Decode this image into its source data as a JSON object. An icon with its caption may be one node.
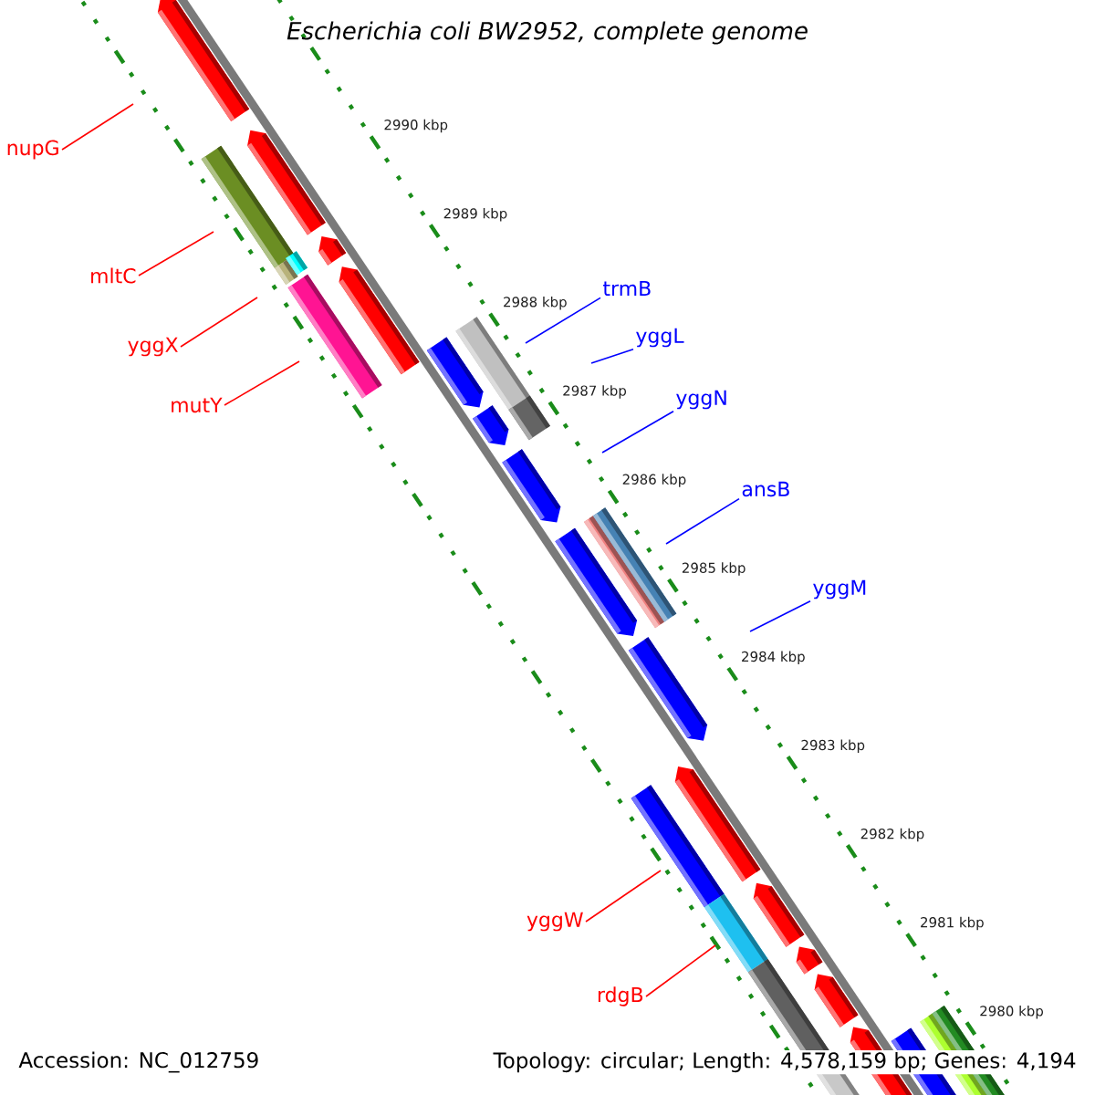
{
  "diagram": {
    "title": "Escherichia coli BW2952, complete genome",
    "nodes": [
      {
        "text": [
          "nupG"
        ]
      },
      {
        "text": [
          "mltC"
        ]
      },
      {
        "text": [
          "yggX"
        ]
      },
      {
        "text": [
          "mutY"
        ]
      },
      {
        "text": [
          "trmB"
        ]
      },
      {
        "text": [
          "yggL"
        ]
      },
      {
        "text": [
          "yggN"
        ]
      },
      {
        "text": [
          "ansB"
        ]
      },
      {
        "text": [
          "yggM"
        ]
      },
      {
        "text": [
          "yggW"
        ]
      },
      {
        "text": [
          "rdgB"
        ]
      }
    ],
    "edges": [
      {
        "from": 0,
        "to": null,
        "arrow": "none"
      },
      {
        "from": 1,
        "to": null,
        "arrow": "none"
      },
      {
        "from": 2,
        "to": null,
        "arrow": "none"
      },
      {
        "from": 3,
        "to": null,
        "arrow": "none"
      },
      {
        "from": 4,
        "to": null,
        "arrow": "none",
        "color": "#0000ff"
      },
      {
        "from": 5,
        "to": null,
        "arrow": "none",
        "color": "#0000ff"
      },
      {
        "from": 6,
        "to": null,
        "arrow": "none",
        "color": "#0000ff"
      },
      {
        "from": 7,
        "to": null,
        "arrow": "none",
        "color": "#0000ff"
      },
      {
        "from": 8,
        "to": null,
        "arrow": "none",
        "color": "#0000ff"
      },
      {
        "from": 9,
        "to": null,
        "arrow": "none"
      },
      {
        "from": 10,
        "to": null,
        "arrow": "none"
      }
    ],
    "labels": [
      "2990 kbp",
      "2989 kbp",
      "2988 kbp",
      "2987 kbp",
      "2986 kbp",
      "2985 kbp",
      "2984 kbp",
      "2983 kbp",
      "2982 kbp",
      "2981 kbp",
      "2980 kbp",
      "Accession: NC_012759",
      "Topology: circular; Length: 4,578,159 bp; Genes: 4,194"
    ]
  }
}
